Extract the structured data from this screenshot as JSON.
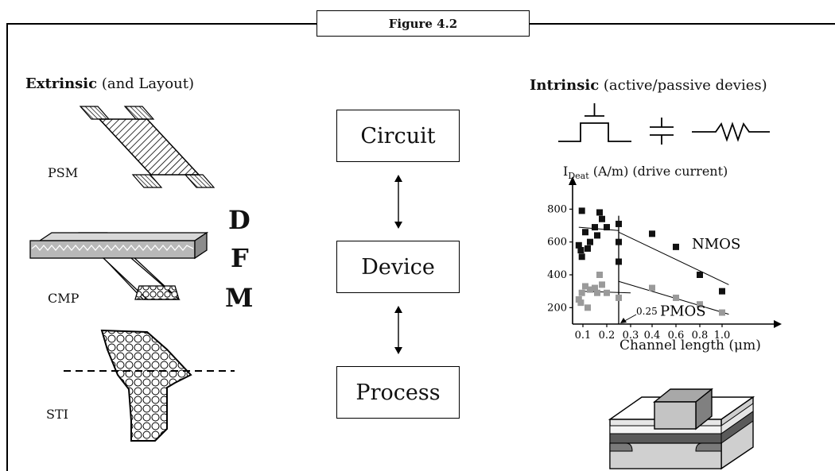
{
  "figure": {
    "title": "Figure 4.2"
  },
  "left": {
    "heading_bold": "Extrinsic",
    "heading_rest": " (and Layout)",
    "labels": {
      "psm": "PSM",
      "cmp": "CMP",
      "sti": "STI"
    }
  },
  "dfm": {
    "d": "D",
    "f": "F",
    "m": "M"
  },
  "center": {
    "boxes": [
      "Circuit",
      "Device",
      "Process"
    ]
  },
  "right": {
    "heading_bold": "Intrinsic",
    "heading_rest": " (active/passive devies)"
  },
  "chart_data": {
    "type": "scatter",
    "ylabel_main": "I",
    "ylabel_sub": "Deat",
    "ylabel_rest": " (A/m) (drive current)",
    "xlabel": "Channel length (μm)",
    "xticks": [
      "0.1",
      "0.2",
      "0.3",
      "0.4",
      "0.6",
      "0.8",
      "1.0"
    ],
    "yticks": [
      "800",
      "600",
      "400",
      "200"
    ],
    "annotation": "0.25",
    "series": [
      {
        "name": "NMOS",
        "color": "#111111",
        "points": [
          [
            0.06,
            580
          ],
          [
            0.08,
            550
          ],
          [
            0.09,
            510
          ],
          [
            0.09,
            790
          ],
          [
            0.11,
            660
          ],
          [
            0.12,
            560
          ],
          [
            0.13,
            600
          ],
          [
            0.15,
            690
          ],
          [
            0.16,
            640
          ],
          [
            0.17,
            780
          ],
          [
            0.18,
            740
          ],
          [
            0.2,
            690
          ],
          [
            0.25,
            710
          ],
          [
            0.25,
            600
          ],
          [
            0.25,
            480
          ],
          [
            0.4,
            650
          ],
          [
            0.6,
            570
          ],
          [
            0.8,
            400
          ],
          [
            1.0,
            300
          ]
        ]
      },
      {
        "name": "PMOS",
        "color": "#9a9a9a",
        "points": [
          [
            0.06,
            250
          ],
          [
            0.08,
            230
          ],
          [
            0.09,
            290
          ],
          [
            0.11,
            330
          ],
          [
            0.12,
            200
          ],
          [
            0.13,
            310
          ],
          [
            0.15,
            320
          ],
          [
            0.16,
            290
          ],
          [
            0.17,
            400
          ],
          [
            0.18,
            340
          ],
          [
            0.2,
            290
          ],
          [
            0.25,
            260
          ],
          [
            0.4,
            320
          ],
          [
            0.6,
            260
          ],
          [
            0.8,
            220
          ],
          [
            1.0,
            170
          ]
        ]
      }
    ]
  }
}
